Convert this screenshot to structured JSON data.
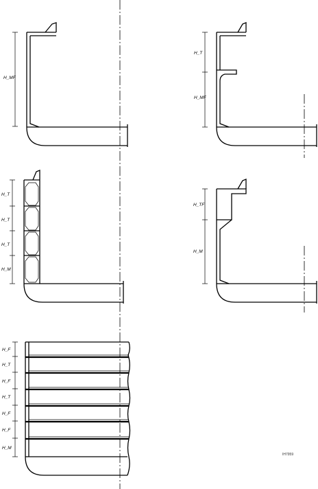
{
  "panels": {
    "a": {
      "labels": [
        "H_MF"
      ]
    },
    "b": {
      "labels": [
        "H_T",
        "H_MF"
      ]
    },
    "c": {
      "labels": [
        "H_T",
        "H_T",
        "H_T",
        "H_M"
      ]
    },
    "d": {
      "labels": [
        "H_TF",
        "H_M"
      ]
    },
    "e": {
      "labels": [
        "H_F",
        "H_T",
        "H_F",
        "H_T",
        "H_F",
        "H_F",
        "H_M"
      ]
    }
  },
  "figure_code": "IH7959"
}
